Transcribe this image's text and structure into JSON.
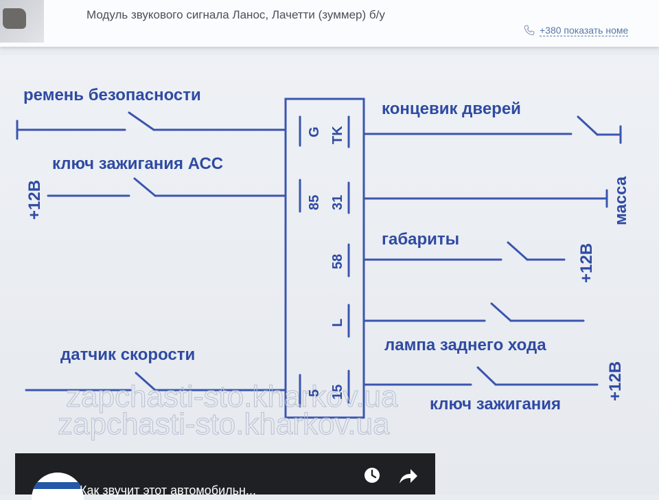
{
  "listing": {
    "title": "Модуль звукового сигнала Ланос, Лачетти (зуммер) б/у",
    "phone": "+380 показать номе"
  },
  "diagram": {
    "labels": {
      "seatbelt": "ремень безопасности",
      "ignition_acc": "ключ зажигания АСС",
      "plus12_left": "+12В",
      "speed_sensor": "датчик скорости",
      "door_switch": "концевик дверей",
      "ground": "масса",
      "parking_lights": "габариты",
      "plus12_mid": "+12В",
      "reverse_lamp": "лампа заднего хода",
      "ignition_key": "ключ зажигания",
      "plus12_bottom": "+12В"
    },
    "pins": {
      "left": [
        "G",
        "85",
        "5"
      ],
      "right": [
        "TK",
        "31",
        "58",
        "L",
        "15"
      ]
    }
  },
  "watermark": "zapchasti-sto.kharkov.ua",
  "video": {
    "title": "Как звучит этот автомобильн..."
  },
  "colors": {
    "wire": "#3a55b0",
    "label": "#2f4aa3"
  }
}
